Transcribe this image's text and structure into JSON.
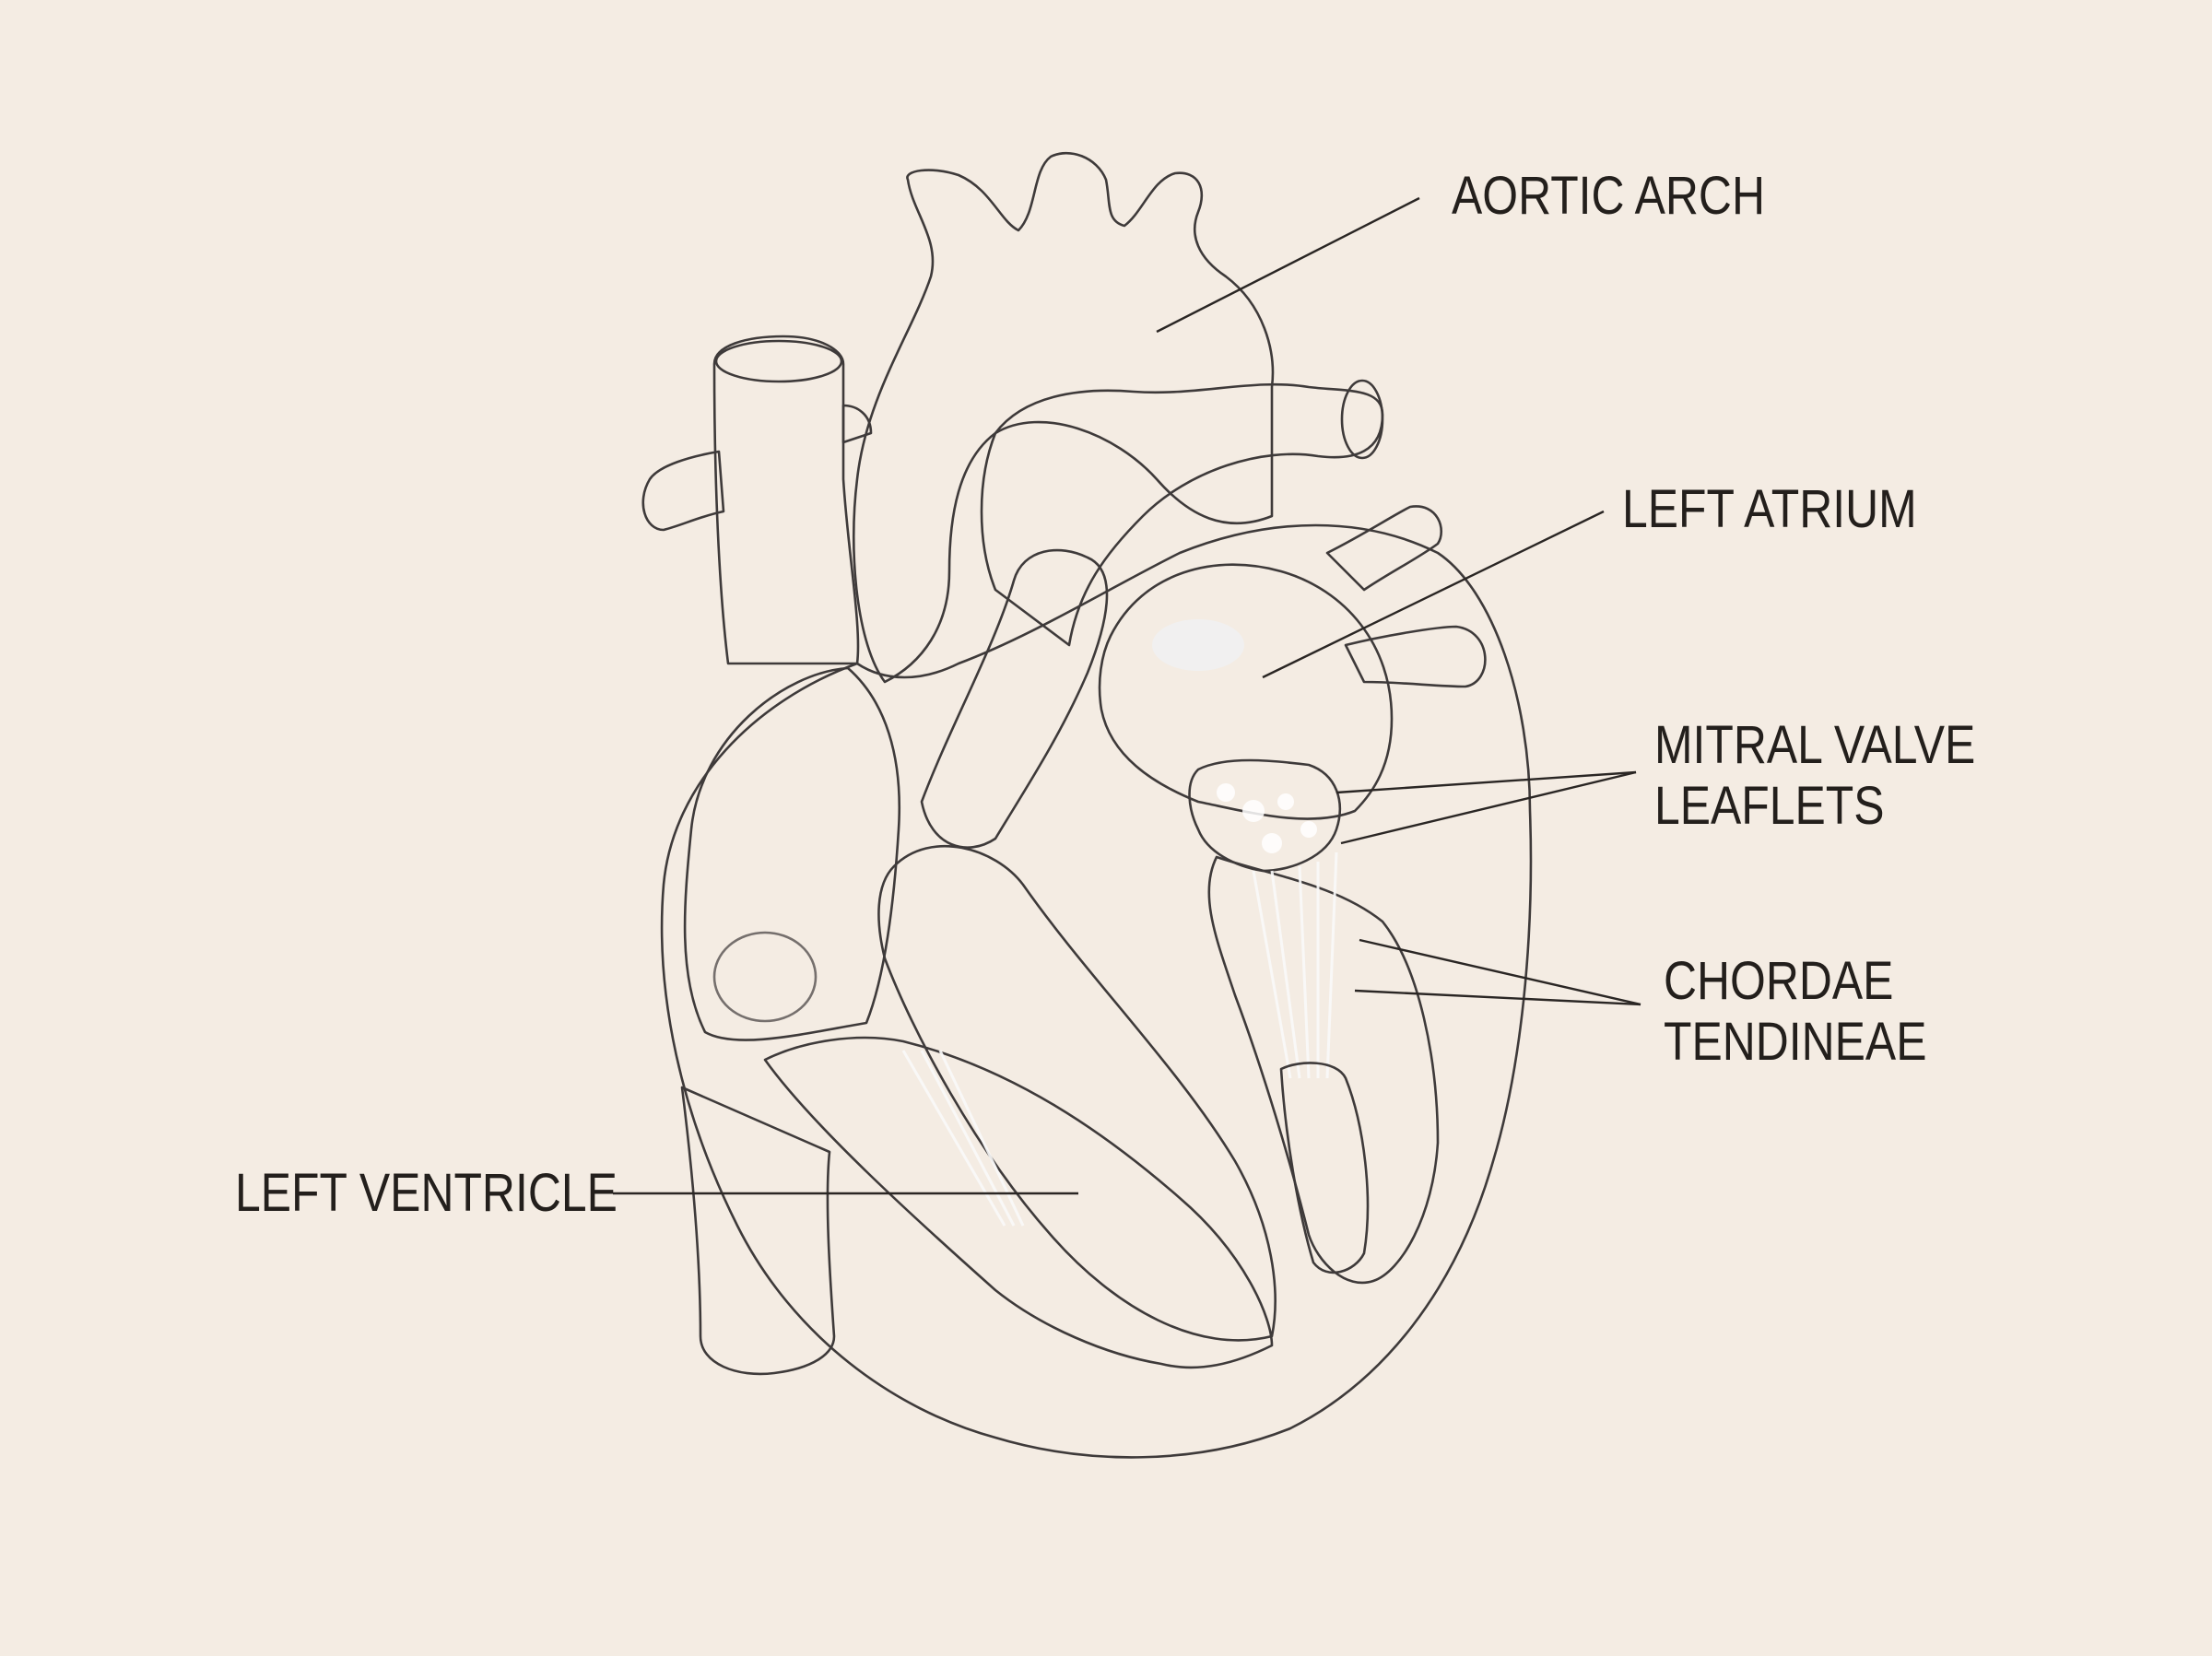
{
  "colors": {
    "background": "#f4ece3",
    "oxygenated": "#f2c9c4",
    "oxygenated_light": "#f7ddd5",
    "deoxygenated": "#b9c9dc",
    "deoxygenated_light": "#d3deea",
    "deoxygenated_dark": "#9fb3cc",
    "outline": "#3e3a3a",
    "label_text": "#231f1c"
  },
  "labels": {
    "aortic_arch": "AORTIC ARCH",
    "left_atrium": "LEFT ATRIUM",
    "mitral_valve": [
      "MITRAL VALVE",
      "LEAFLETS"
    ],
    "chordae": [
      "CHORDAE",
      "TENDINEAE"
    ],
    "left_ventricle": "LEFT VENTRICLE"
  }
}
